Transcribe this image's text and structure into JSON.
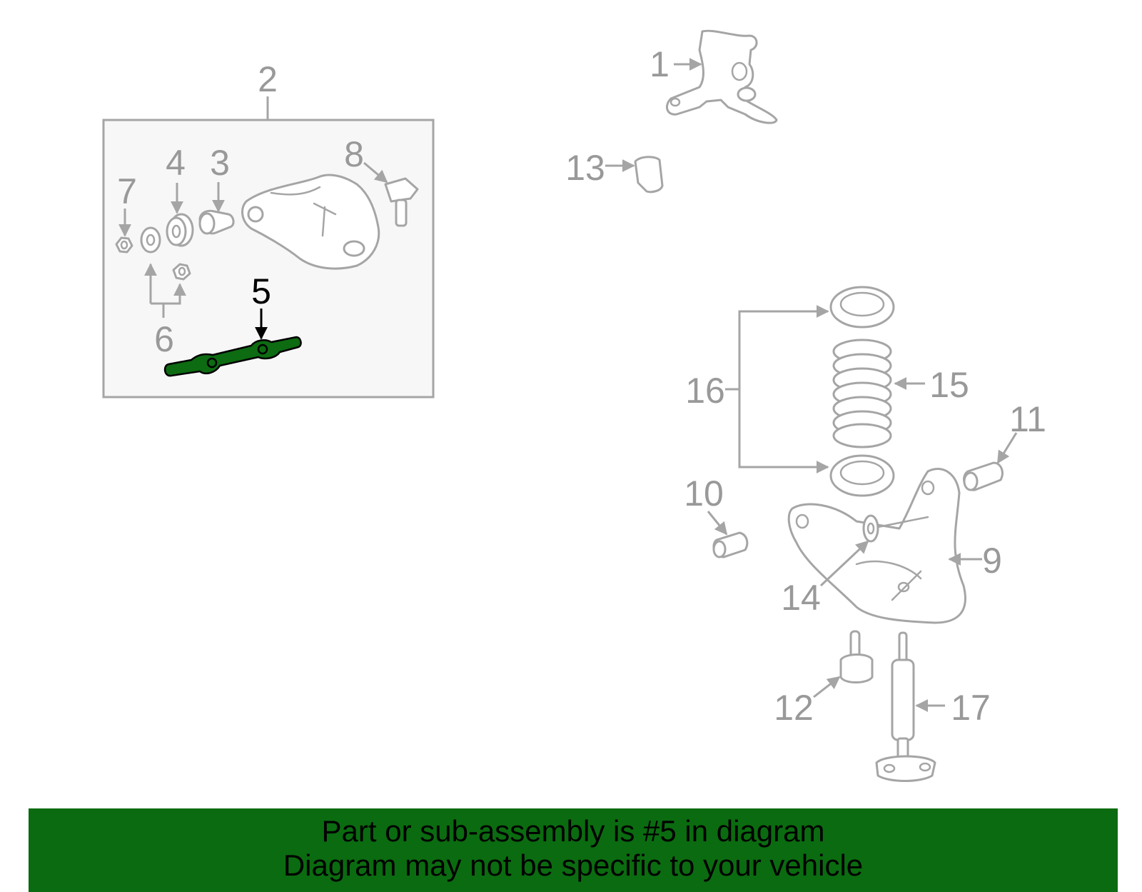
{
  "diagram": {
    "callouts": {
      "c1": "1",
      "c2": "2",
      "c3": "3",
      "c4": "4",
      "c5": "5",
      "c6": "6",
      "c7": "7",
      "c8": "8",
      "c9": "9",
      "c10": "10",
      "c11": "11",
      "c12": "12",
      "c13": "13",
      "c14": "14",
      "c15": "15",
      "c16": "16",
      "c17": "17"
    },
    "highlighted_part": "5",
    "colors": {
      "highlight": "#0d6b12",
      "line_art": "#a5a5a5",
      "callout_text": "#999999",
      "footer_background": "#0b6b10"
    }
  },
  "footer": {
    "line1": "Part or sub-assembly is #5 in diagram",
    "line2": "Diagram may not be specific to your vehicle"
  }
}
